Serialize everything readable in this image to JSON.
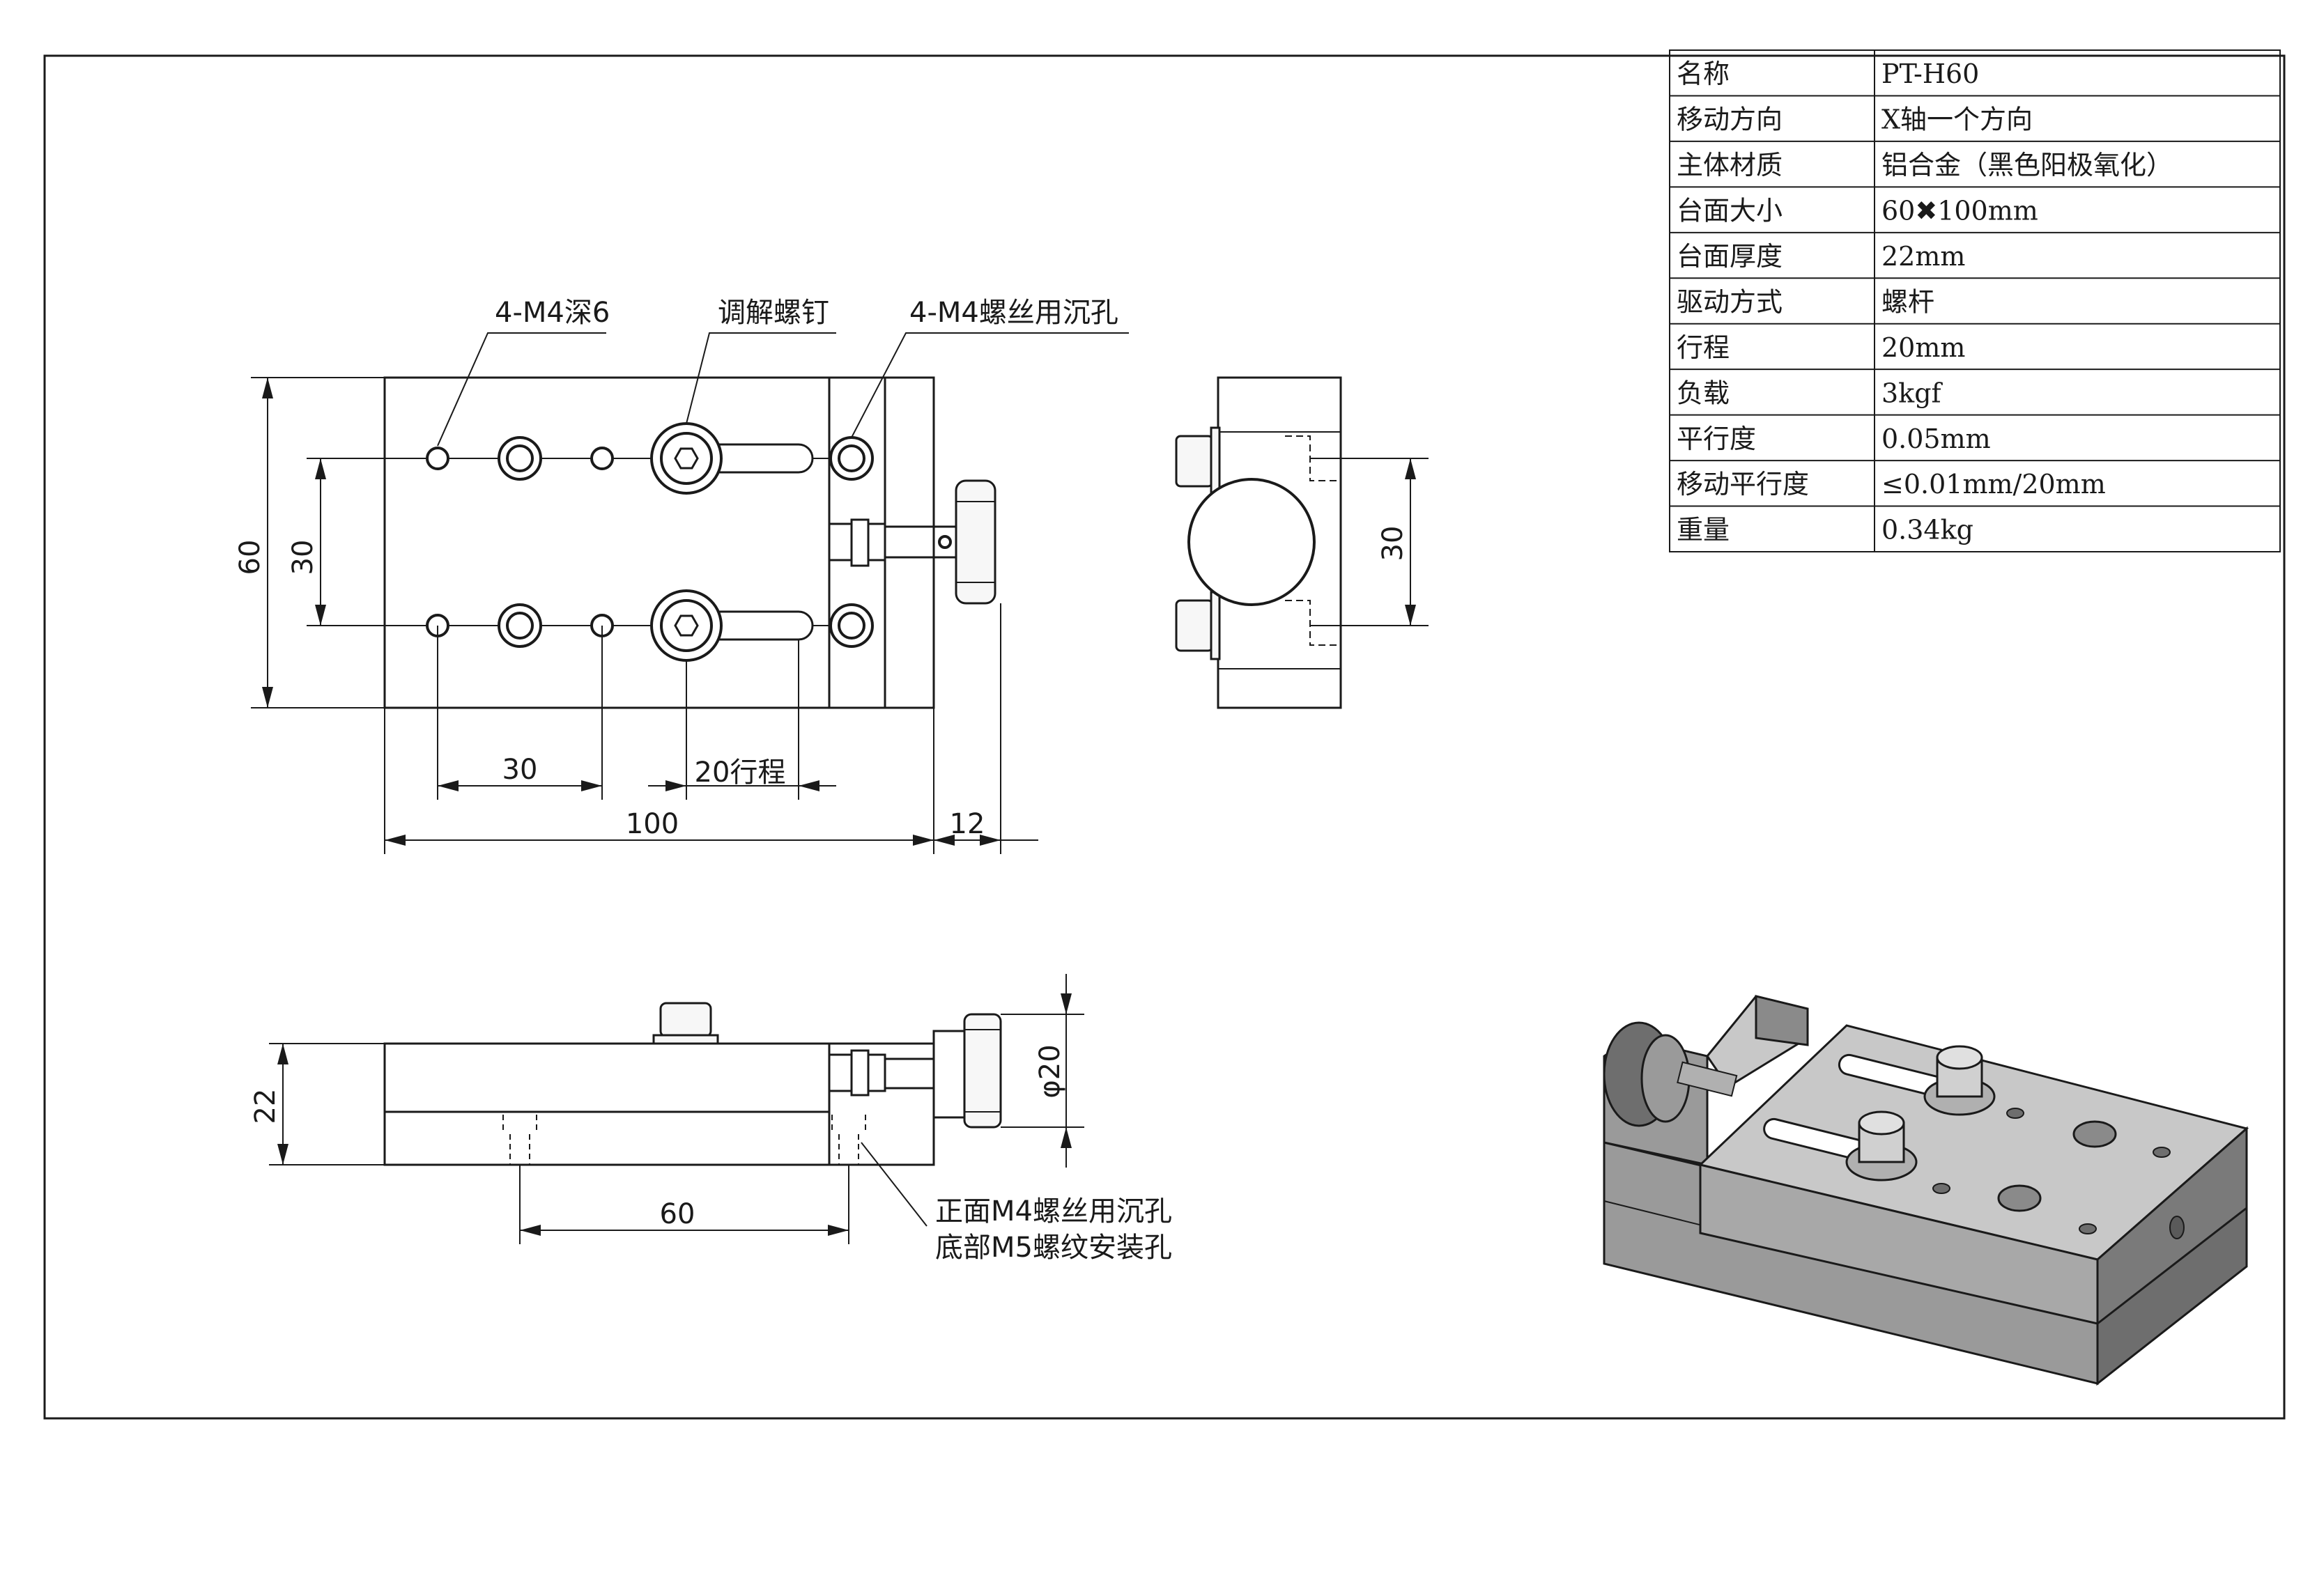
{
  "spec_table": [
    {
      "label": "名称",
      "value": "PT-H60"
    },
    {
      "label": "移动方向",
      "value": "X轴一个方向"
    },
    {
      "label": "主体材质",
      "value": "铝合金（黑色阳极氧化）"
    },
    {
      "label": "台面大小",
      "value": "60✖100mm"
    },
    {
      "label": "台面厚度",
      "value": "22mm"
    },
    {
      "label": "驱动方式",
      "value": "螺杆"
    },
    {
      "label": "行程",
      "value": "20mm"
    },
    {
      "label": "负载",
      "value": "3kgf"
    },
    {
      "label": "平行度",
      "value": "0.05mm"
    },
    {
      "label": "移动平行度",
      "value": "≤0.01mm/20mm"
    },
    {
      "label": "重量",
      "value": "0.34kg"
    }
  ],
  "top_view": {
    "callout_holes": "4-M4深6",
    "callout_screw": "调解螺钉",
    "callout_counterbore": "4-M4螺丝用沉孔",
    "dim_height": "60",
    "dim_row_spacing": "30",
    "dim_hole_spacing": "30",
    "dim_travel": "20行程",
    "dim_length": "100",
    "dim_knob": "12"
  },
  "side_view": {
    "dim_spacing": "30"
  },
  "front_view": {
    "dim_thickness": "22",
    "dim_knob_dia": "φ20",
    "dim_mount_spacing": "60",
    "note_line1": "正面M4螺丝用沉孔",
    "note_line2": "底部M5螺纹安装孔"
  },
  "colors": {
    "line": "#1a1a1a",
    "face_top": "#c8c8c8",
    "face_side": "#9a9a9a",
    "face_dark": "#6e6e6e"
  }
}
